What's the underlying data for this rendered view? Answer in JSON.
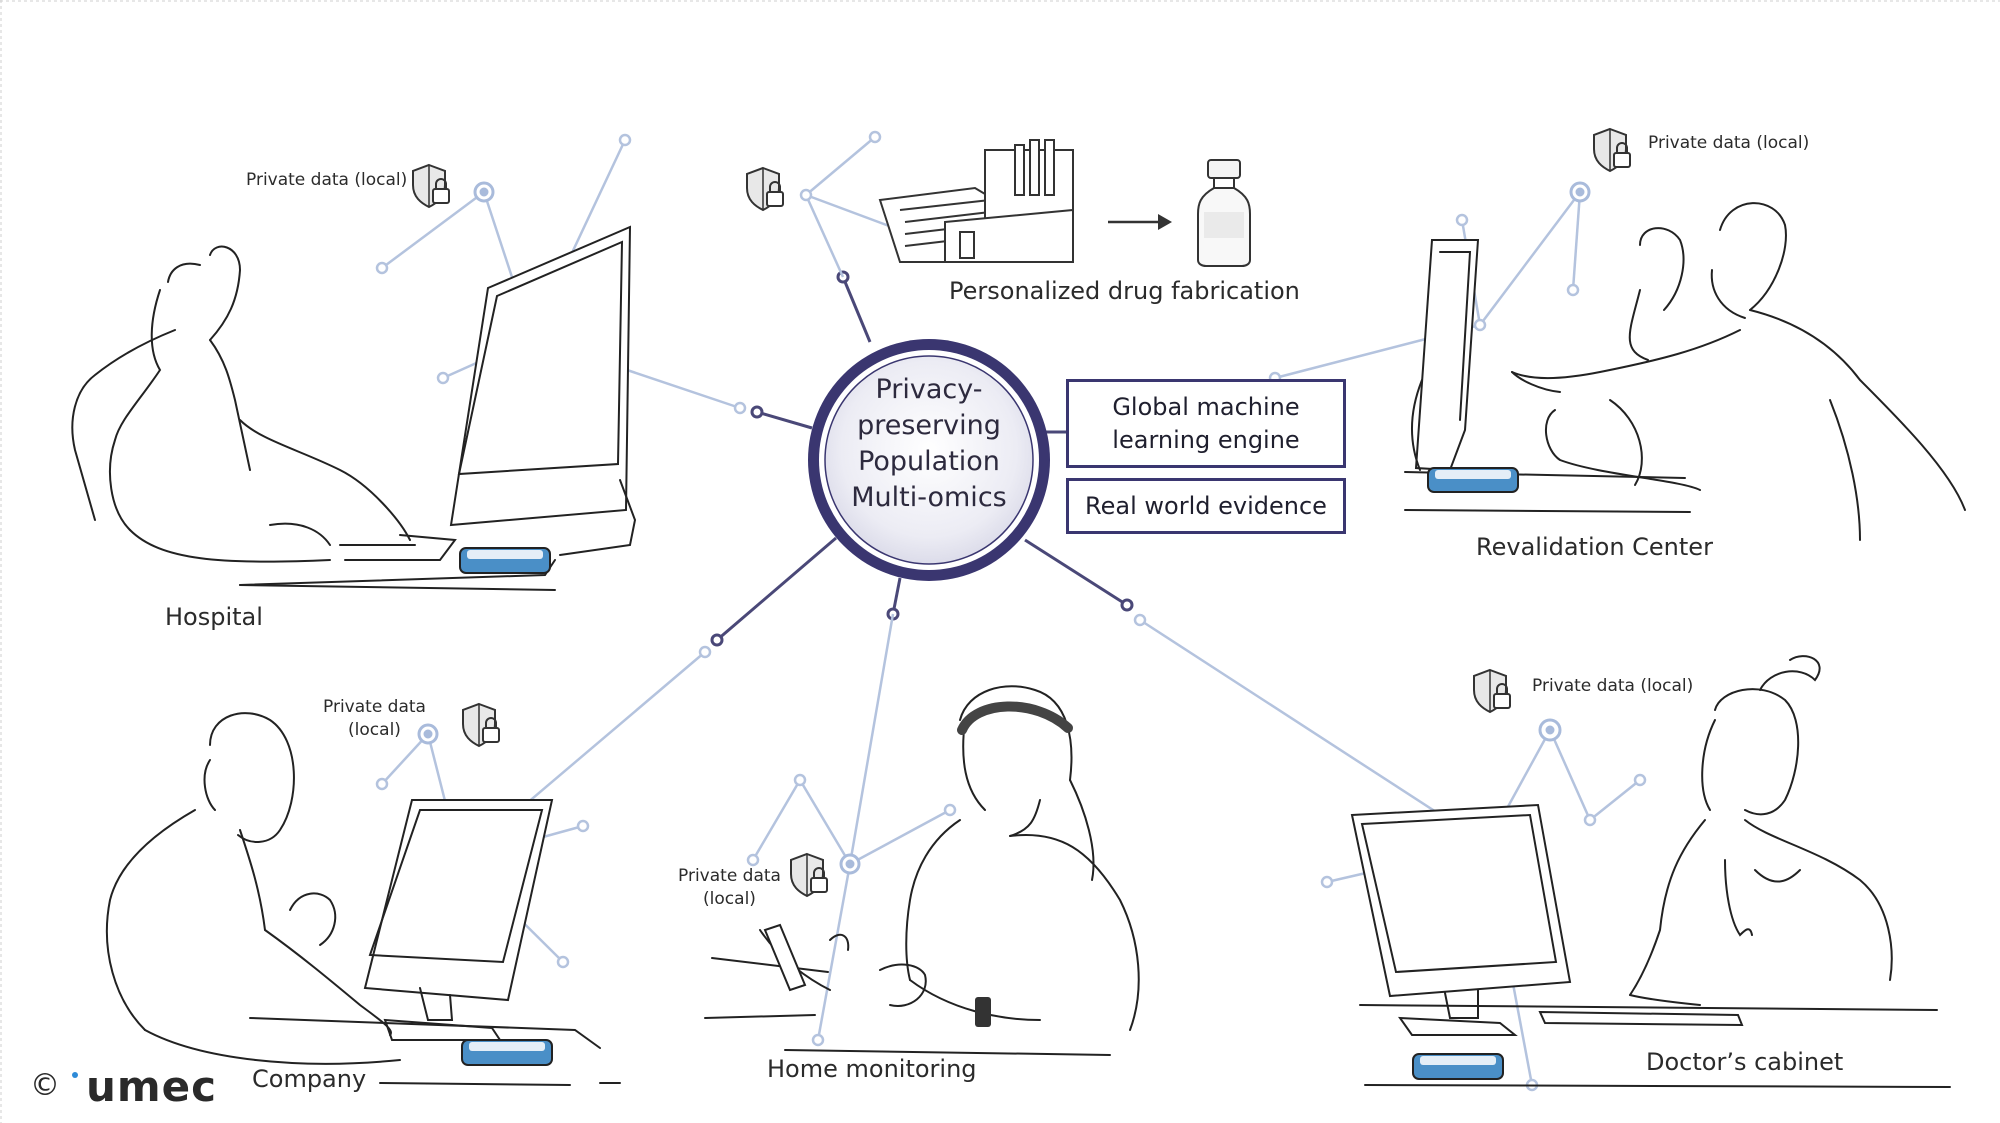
{
  "hub": {
    "lines": [
      "Privacy-",
      "preserving",
      "Population",
      "Multi-omics"
    ]
  },
  "engine": {
    "line1": "Global machine",
    "line2": "learning engine"
  },
  "evidence": {
    "label": "Real world evidence"
  },
  "drug": {
    "label": "Personalized drug fabrication"
  },
  "locations": {
    "hospital": "Hospital",
    "revalidation": "Revalidation Center",
    "company": "Company",
    "home": "Home monitoring",
    "doctor": "Doctor’s cabinet"
  },
  "private": {
    "hospital": "Private data (local)",
    "revalidation": "Private data (local)",
    "doctor": "Private data (local)",
    "company_l1": "Private data",
    "company_l2": "(local)",
    "home_l1": "Private data",
    "home_l2": "(local)"
  },
  "footer": {
    "copyright": "©",
    "brand": "umec"
  },
  "colors": {
    "hub_ring": "#3a3670",
    "hub_fill": "#e6e6f2",
    "network_line": "#b4c3de",
    "spoke": "#4a4878",
    "device": "#4a8fc7"
  },
  "icons": [
    "shield-lock-icon",
    "factory-icon",
    "arrow-right-icon",
    "medicine-bottle-icon"
  ]
}
